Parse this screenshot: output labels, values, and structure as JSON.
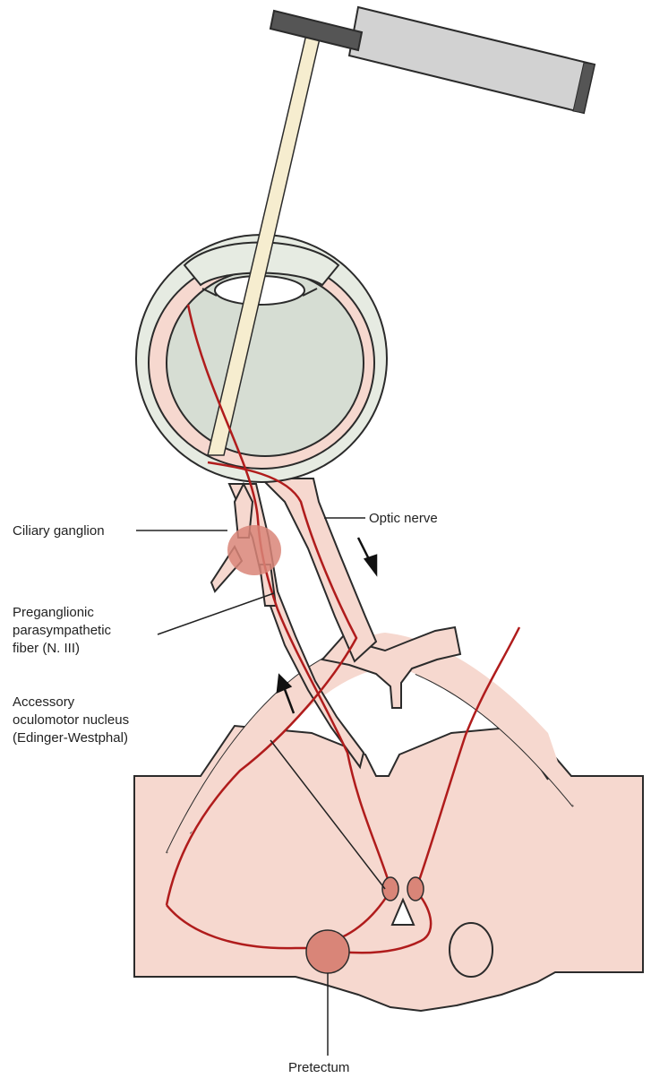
{
  "labels": {
    "optic_nerve": "Optic nerve",
    "ciliary_ganglion": "Ciliary ganglion",
    "preganglionic_1": "Preganglionic",
    "preganglionic_2": "parasympathetic",
    "preganglionic_3": "fiber (N. III)",
    "accessory_1": "Accessory",
    "accessory_2": "oculomotor nucleus",
    "accessory_3": "(Edinger-Westphal)",
    "pretectum": "Pretectum"
  },
  "colors": {
    "tissue": "#f6d8cf",
    "outline": "#2b2b2b",
    "pathway": "#b01c1c",
    "nucleus": "#d98578",
    "eye_fill": "#d6ddd3",
    "eye_outer": "#e6ebe2",
    "light_beam": "#f6edcf",
    "pen_body": "#d2d2d2",
    "pen_dark": "#555555"
  }
}
